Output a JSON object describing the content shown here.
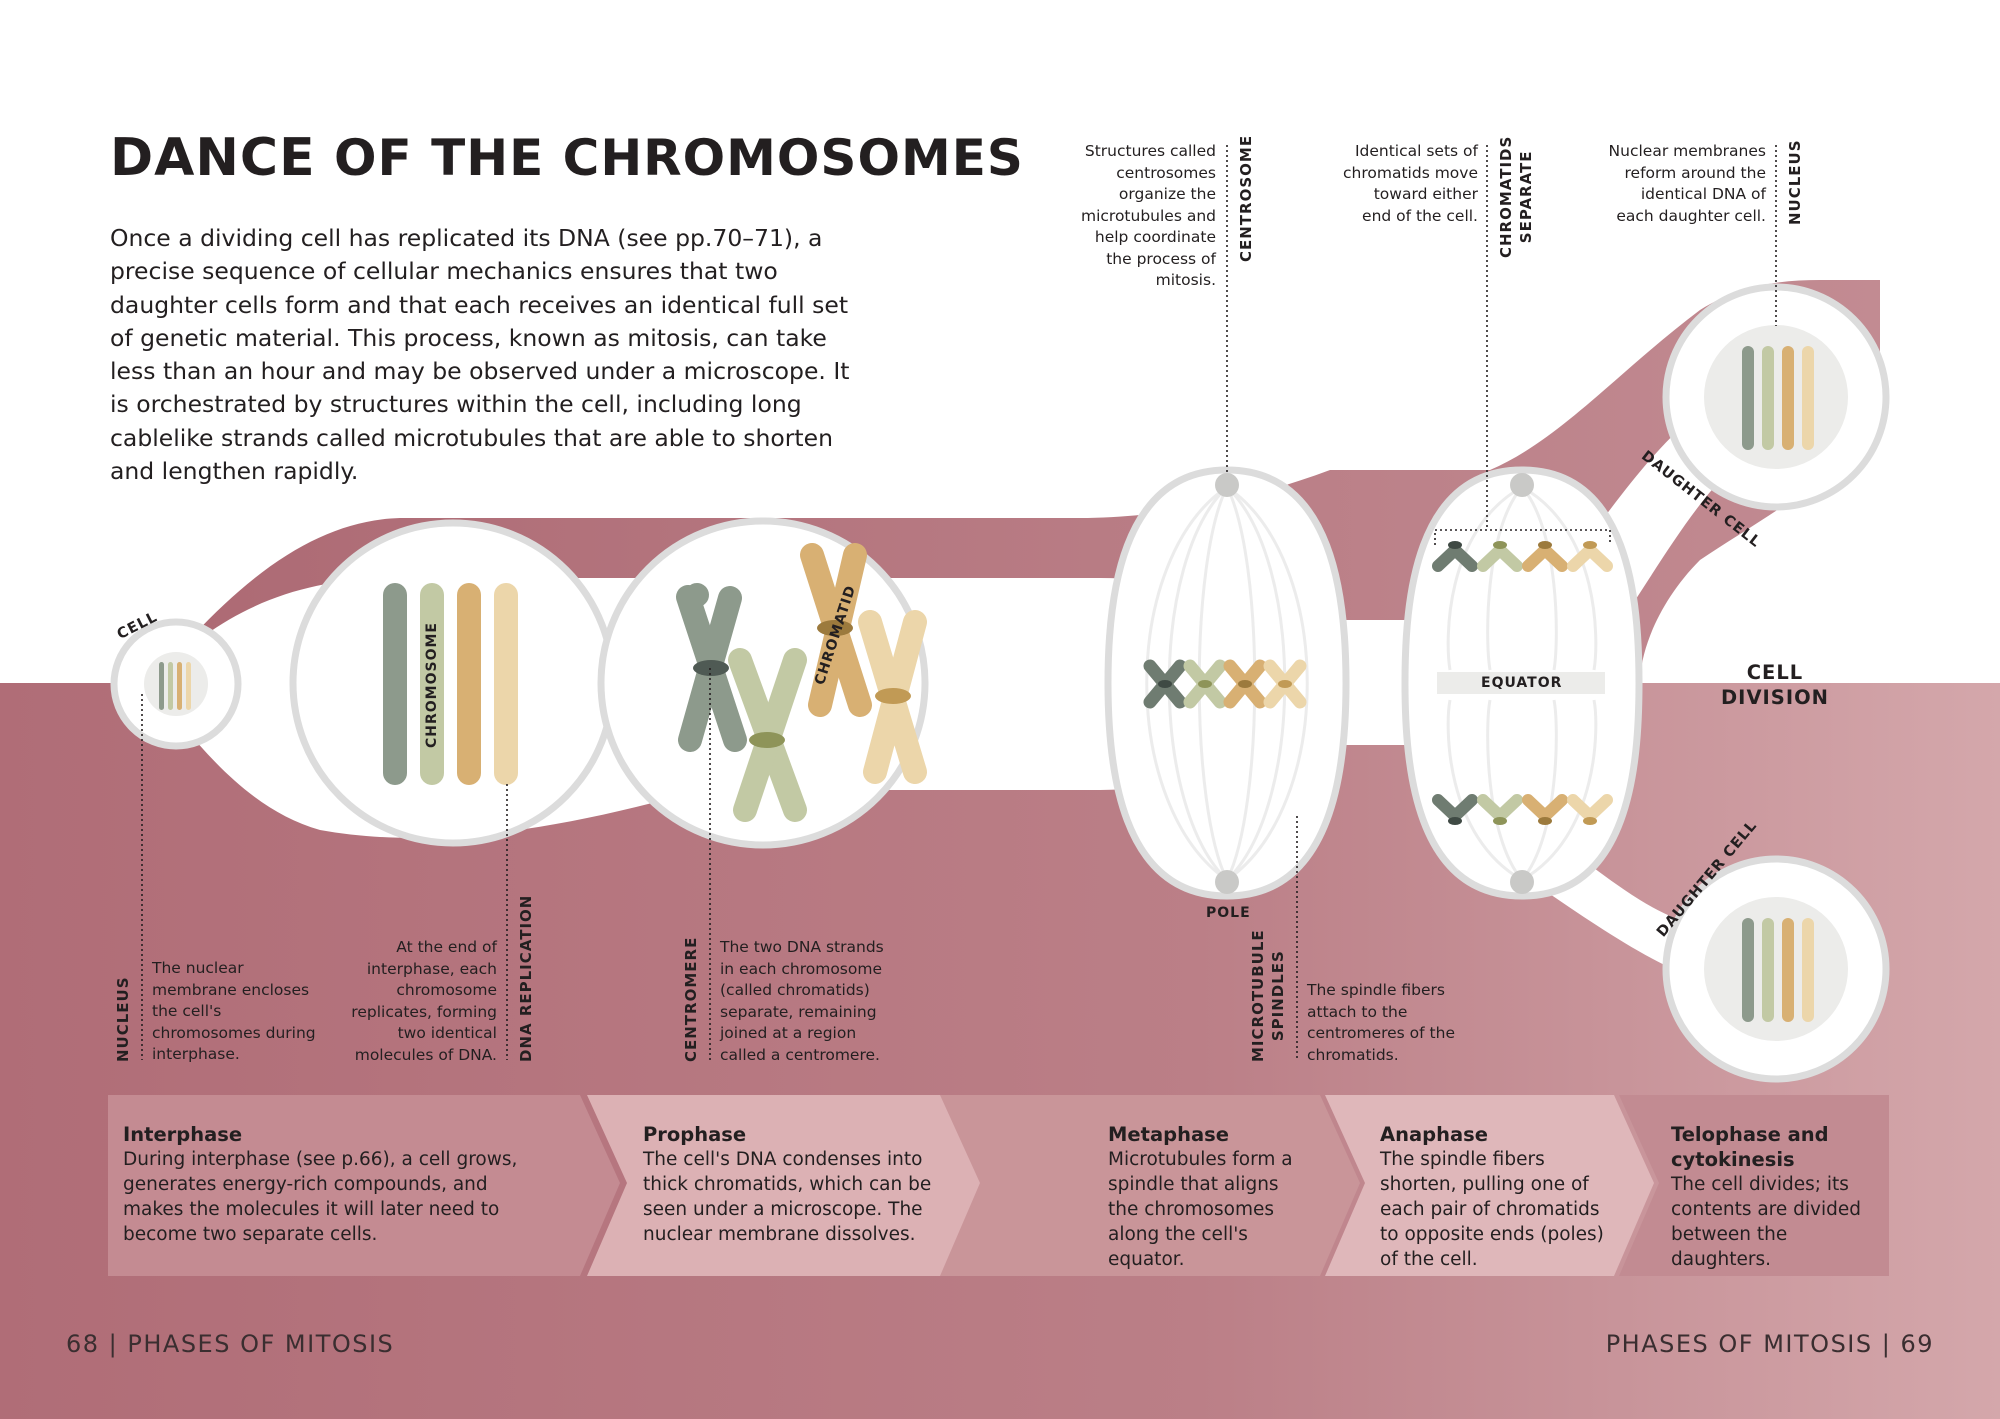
{
  "title": {
    "first_word": "Dance",
    "rest": "of the chromosomes"
  },
  "intro": "Once a dividing cell has replicated its DNA (see pp.70–71), a precise sequence of cellular mechanics ensures that two daughter cells form and that each receives an identical full set of genetic material. This process, known as mitosis, can take less than an hour and may be observed under a microscope. It is orchestrated by structures within the cell, including long cablelike strands called microtubules that are able to shorten and lengthen rapidly.",
  "annotations": {
    "centrosome": {
      "label": "CENTROSOME",
      "text": "Structures called centrosomes organize the microtubules and help coordinate the process of mitosis."
    },
    "chromatids_separate": {
      "label_line1": "CHROMATIDS",
      "label_line2": "SEPARATE",
      "text": "Identical sets of chromatids move toward either end of the cell."
    },
    "nucleus_top": {
      "label": "NUCLEUS",
      "text": "Nuclear membranes reform around the identical DNA of each daughter cell."
    },
    "nucleus_bottom": {
      "label": "NUCLEUS",
      "text": "The nuclear membrane encloses the cell's chromosomes during interphase."
    },
    "dna_replication": {
      "label": "DNA REPLICATION",
      "text": "At the end of interphase, each chromosome replicates, forming two identical molecules of DNA."
    },
    "centromere": {
      "label": "CENTROMERE",
      "text": "The two DNA strands in each chromosome (called chromatids) separate, remaining joined at a region called a centromere."
    },
    "microtubule_spindles": {
      "label_line1": "MICROTUBULE",
      "label_line2": "SPINDLES",
      "text": "The spindle fibers attach to the centromeres of the chromatids."
    }
  },
  "diagram_labels": {
    "cell": "CELL",
    "chromosome": "CHROMOSOME",
    "chromatid": "CHROMATID",
    "equator": "EQUATOR",
    "pole": "POLE",
    "daughter_cell_top": "DAUGHTER CELL",
    "daughter_cell_bottom": "DAUGHTER CELL",
    "cell_division_line1": "CELL",
    "cell_division_line2": "DIVISION"
  },
  "phases": [
    {
      "name": "Interphase",
      "text": "During interphase (see p.66), a cell grows, generates energy-rich compounds, and makes the molecules it will later need to become two separate cells."
    },
    {
      "name": "Prophase",
      "text": "The cell's DNA condenses into thick chromatids, which can be seen under a microscope. The nuclear membrane dissolves."
    },
    {
      "name": "Metaphase",
      "text": "Microtubules form a spindle that aligns the chromosomes along the cell's equator."
    },
    {
      "name": "Anaphase",
      "text": "The spindle fibers shorten, pulling one of each pair of chromatids to opposite ends (poles) of the cell."
    },
    {
      "name": "Telophase and cytokinesis",
      "text": "The cell divides; its contents are divided between the daughters."
    }
  ],
  "folio": {
    "left": "68 | PHASES OF MITOSIS",
    "right": "PHASES OF MITOSIS | 69"
  },
  "colors": {
    "rose_dark": "#b16f78",
    "rose_mid": "#c58e94",
    "rose_light": "#dcb3b6",
    "circle_ring": "#dcdcdc",
    "chromosome_gray": "#8d9a8c",
    "chromosome_sage": "#c2c9a4",
    "chromosome_gold": "#d8b073",
    "chromosome_cream": "#ecd6aa"
  }
}
